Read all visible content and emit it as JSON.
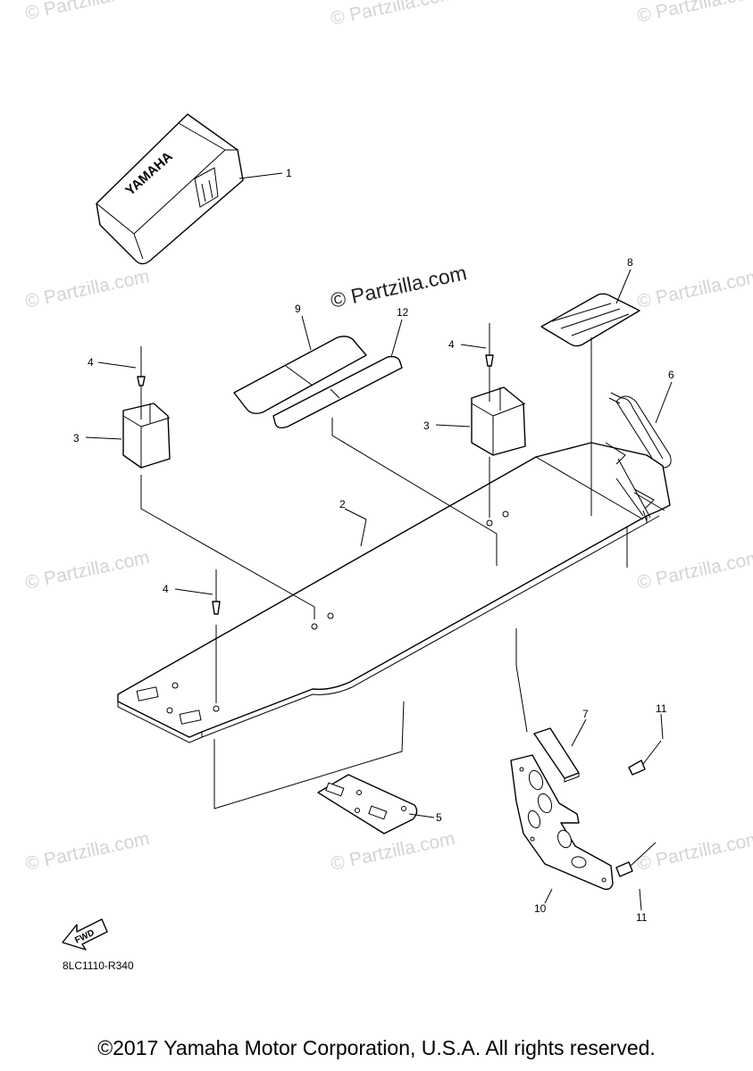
{
  "watermark": {
    "text": "© Partzilla.com",
    "center_text": "© Partzilla.com"
  },
  "callouts": [
    "1",
    "2",
    "3",
    "3",
    "4",
    "4",
    "4",
    "5",
    "6",
    "7",
    "8",
    "9",
    "10",
    "11",
    "11",
    "12"
  ],
  "logo_text": "YAMAHA",
  "fwd_text": "FWD",
  "part_code": "8LC1110-R340",
  "copyright": "©2017 Yamaha Motor Corporation, U.S.A. All rights reserved."
}
